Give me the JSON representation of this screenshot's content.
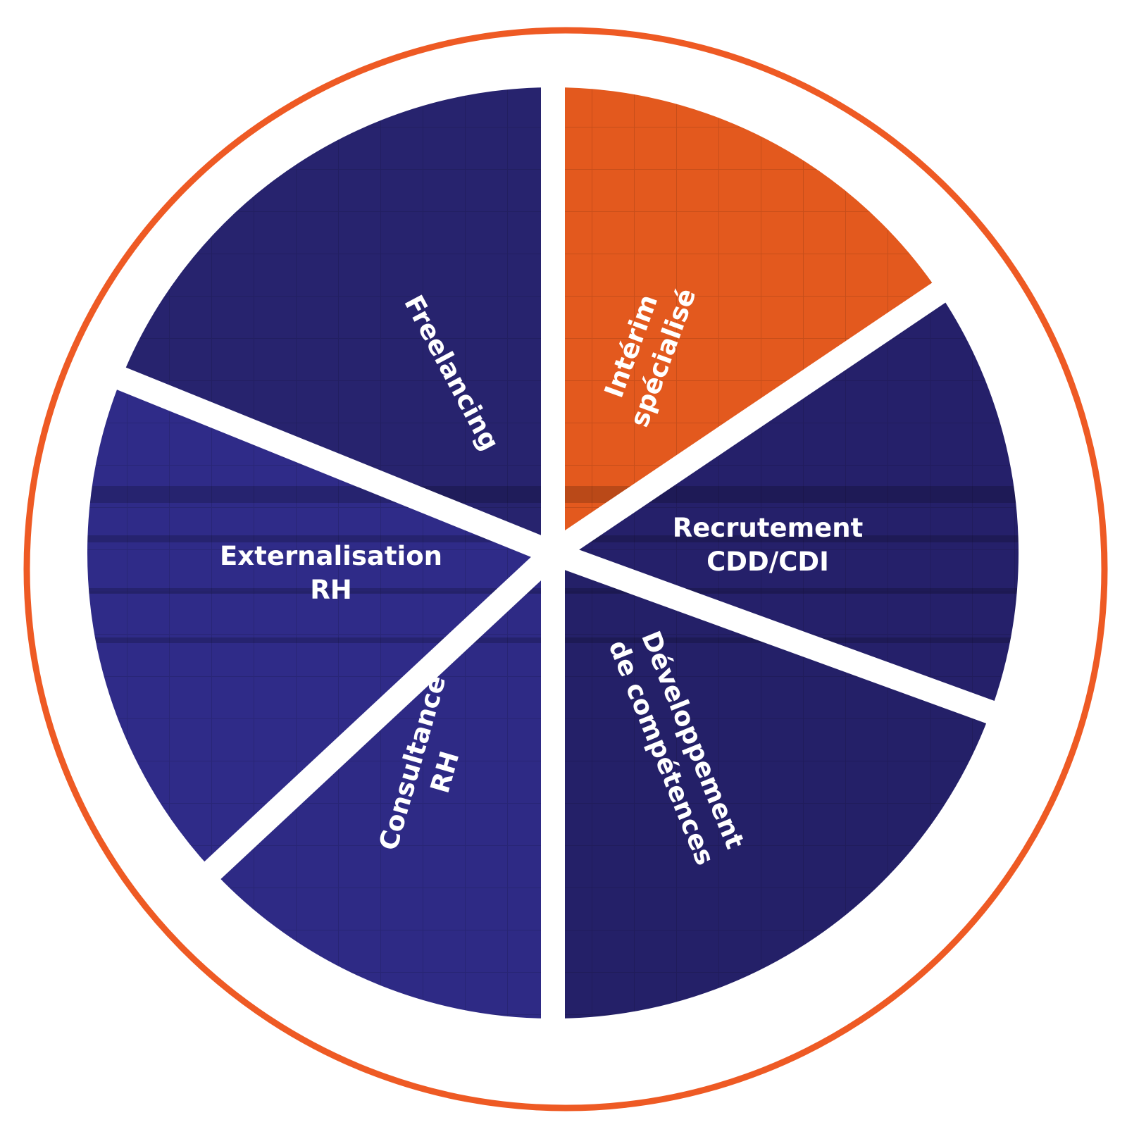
{
  "colors": {
    "accent": "#EE5A24",
    "navy": "#2A2577",
    "navy_dark": "#1E1B55",
    "separator": "#FFFFFF"
  },
  "segments": [
    {
      "id": "freelancing",
      "lines": [
        "Freelancing"
      ],
      "color": "#E3591E",
      "highlight": true
    },
    {
      "id": "interim",
      "lines": [
        "Intérim",
        "spécialisé"
      ],
      "color": "#25206A",
      "highlight": false
    },
    {
      "id": "recrutement",
      "lines": [
        "Recrutement",
        "CDD/CDI"
      ],
      "color": "#242068",
      "highlight": false
    },
    {
      "id": "developpement",
      "lines": [
        "Développement",
        "de compétences"
      ],
      "color": "#2E2A85",
      "highlight": false
    },
    {
      "id": "consultance",
      "lines": [
        "Consultance",
        "RH"
      ],
      "color": "#2F2B88",
      "highlight": false
    },
    {
      "id": "externalisation",
      "lines": [
        "Externalisation",
        "RH"
      ],
      "color": "#27236E",
      "highlight": false
    }
  ]
}
